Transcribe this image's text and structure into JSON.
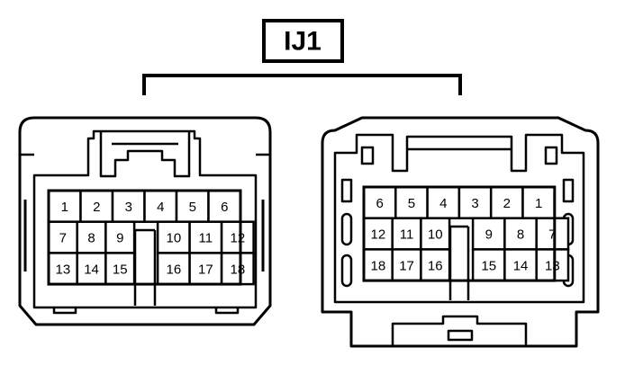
{
  "title": "IJ1",
  "colors": {
    "stroke": "#000000",
    "background": "#ffffff"
  },
  "left_connector": {
    "rows": [
      [
        "1",
        "2",
        "3",
        "4",
        "5",
        "6"
      ],
      [
        "7",
        "8",
        "9",
        "10",
        "11",
        "12"
      ],
      [
        "13",
        "14",
        "15",
        "16",
        "17",
        "18"
      ]
    ]
  },
  "right_connector": {
    "rows": [
      [
        "6",
        "5",
        "4",
        "3",
        "2",
        "1"
      ],
      [
        "12",
        "11",
        "10",
        "9",
        "8",
        "7"
      ],
      [
        "18",
        "17",
        "16",
        "15",
        "14",
        "13"
      ]
    ]
  }
}
